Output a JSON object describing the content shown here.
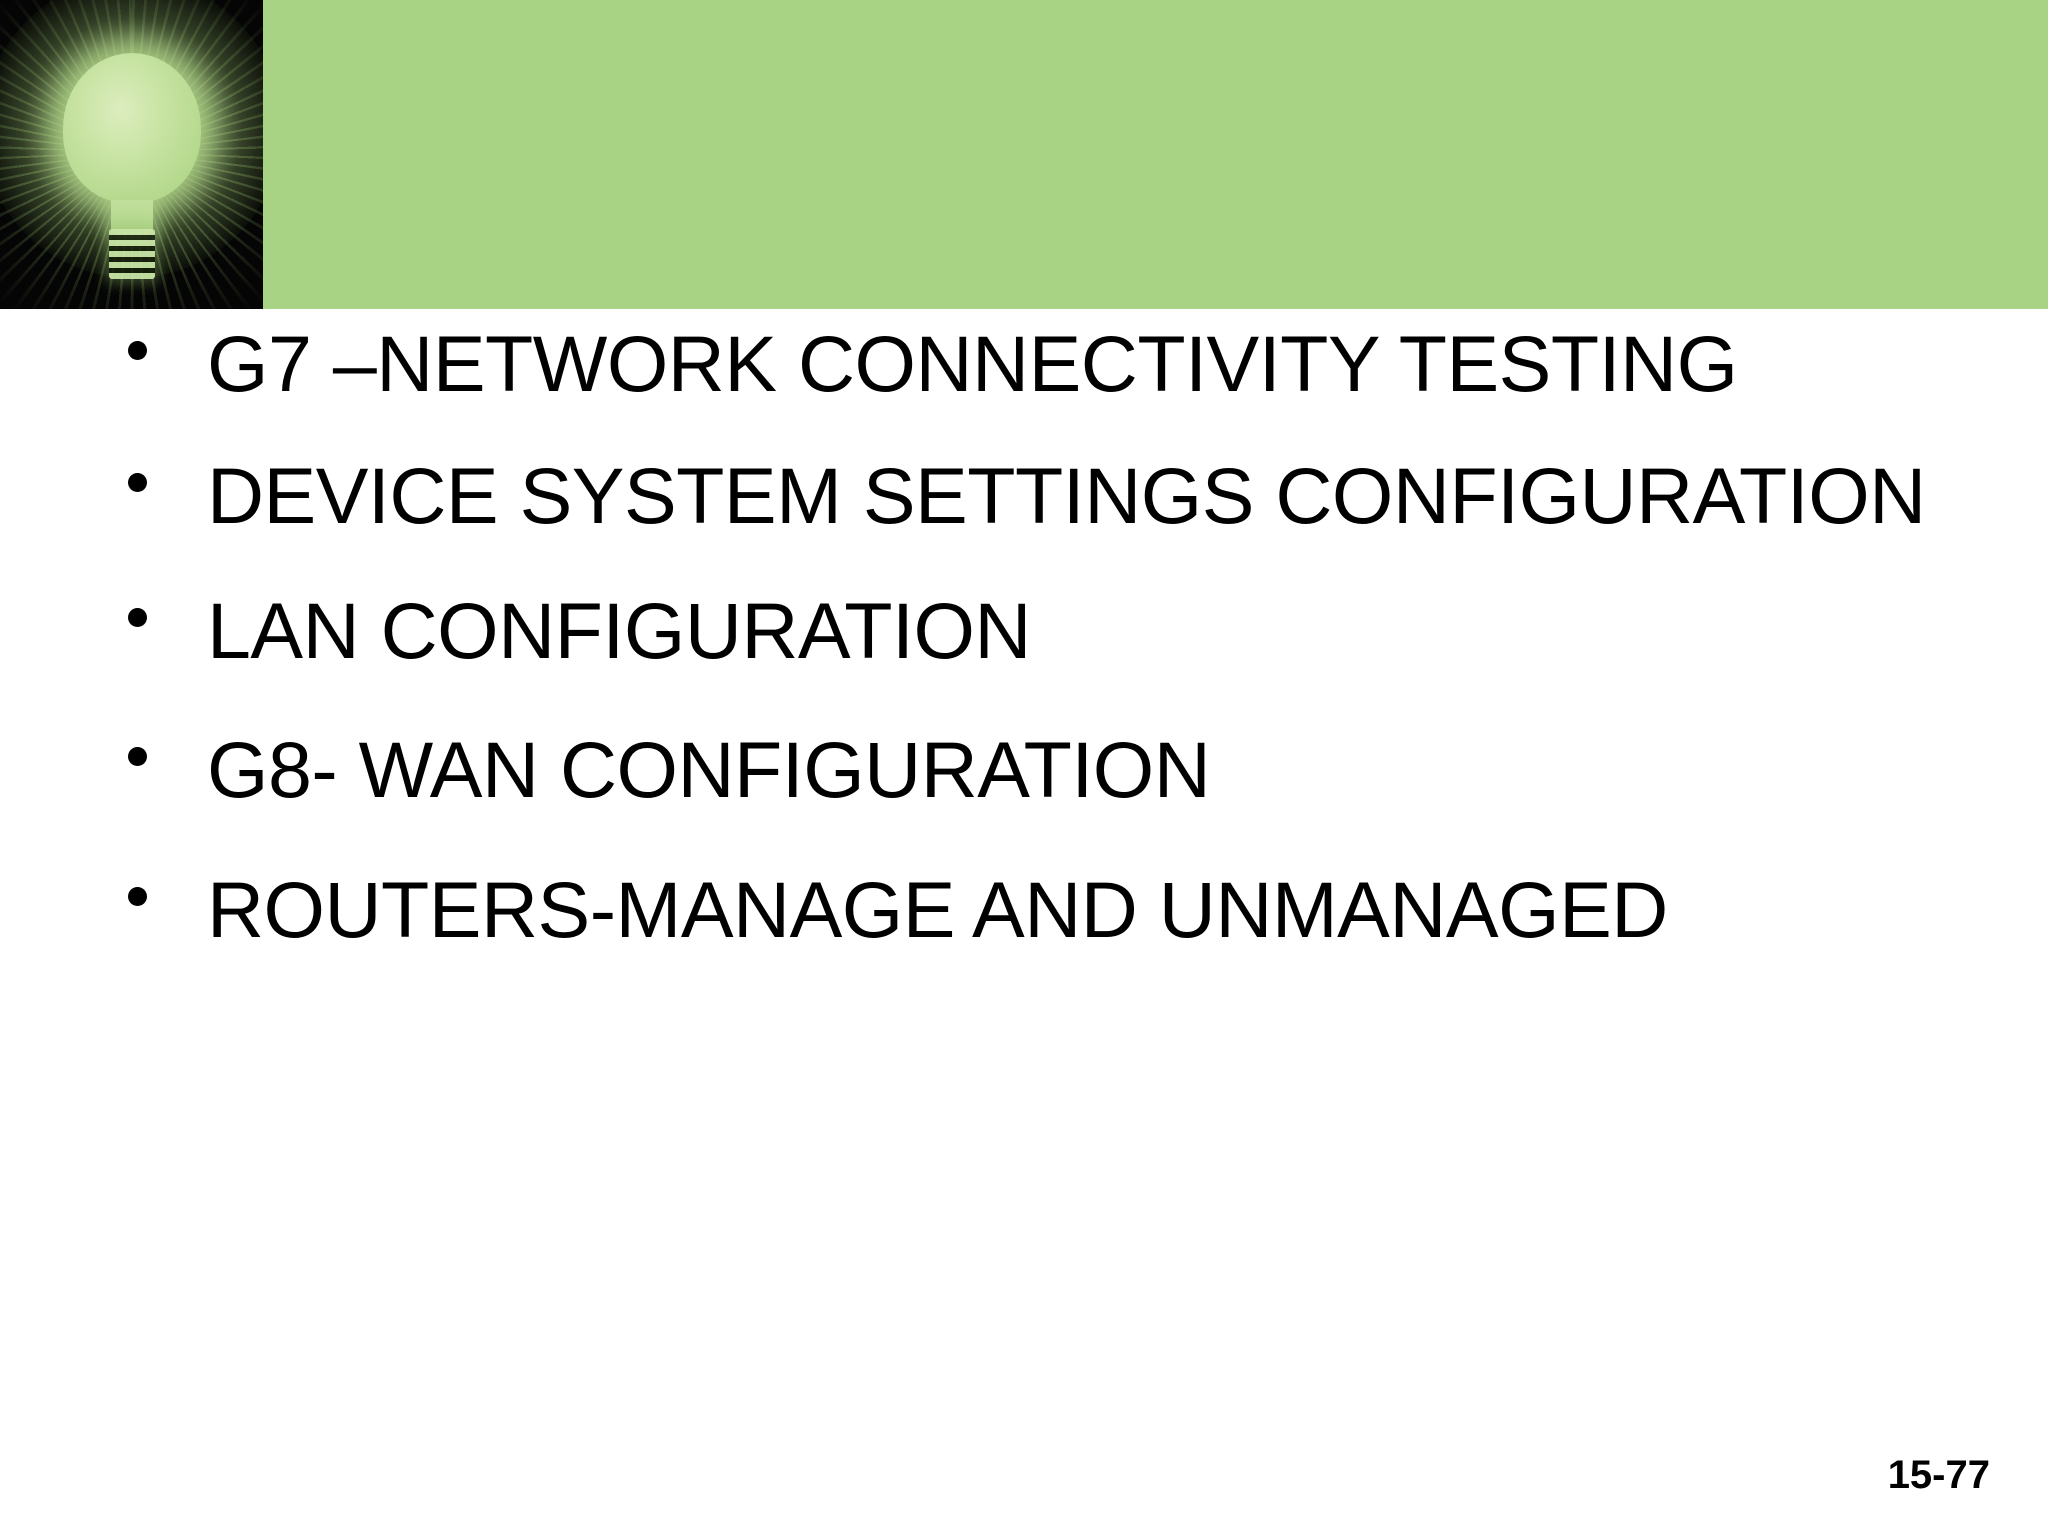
{
  "slide": {
    "header": {
      "band_color": "#a9d384",
      "image": {
        "name": "glowing-lightbulb",
        "background_color": "#050505",
        "bulb_color": "#a9d384"
      }
    },
    "bullets": [
      {
        "text": "G7 –NETWORK CONNECTIVITY TESTING"
      },
      {
        "text": "DEVICE SYSTEM SETTINGS CONFIGURATION"
      },
      {
        "text": "LAN CONFIGURATION"
      },
      {
        "text": "G8- WAN CONFIGURATION"
      },
      {
        "text": "ROUTERS-MANAGE AND UNMANAGED"
      }
    ],
    "footer": {
      "page_number": "15-77"
    }
  }
}
